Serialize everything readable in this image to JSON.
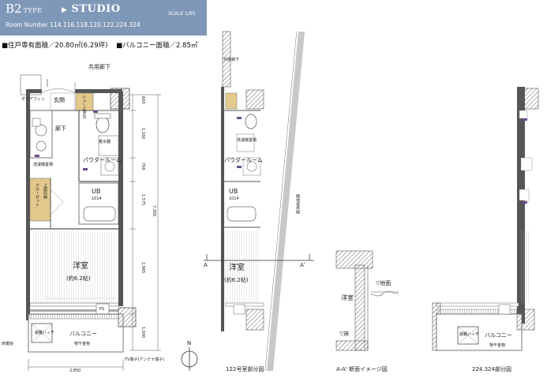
{
  "header": {
    "type_code": "B2",
    "type_word": "TYPE",
    "plan_name": "STUDIO",
    "scale": "SCALE 1/95",
    "room_numbers": "Room Number 114.116.118.120.122.224.324"
  },
  "areas": {
    "exclusive": "■住戸専有面積／20.80㎡(6.29坪)",
    "balcony": "■バルコニー面積／2.85㎡"
  },
  "main_plan": {
    "corridor": "共用廊下",
    "entrance": "玄関",
    "shoe_box": "シューズBOX",
    "hallway": "廊下",
    "vent": "ダイアフィン",
    "meter": "量水器",
    "powder_room": "パウダールーム",
    "wash_machine": "洗濯機置場",
    "closet": "クローゼット",
    "storage": "上部収納",
    "ub": "UB",
    "ub_size": "1014",
    "western_room": "洋室",
    "room_size": "(約6.2帖)",
    "balcony": "バルコニー",
    "balcony_note": "物干金物",
    "hatch": "避難ハッチ",
    "ps": "PS",
    "left_note": "床暖房",
    "right_note": "TV端子(アンテナ端子)",
    "dimensions_v": [
      "600",
      "1,160",
      "700",
      "1,575",
      "2,965",
      "1,000"
    ],
    "dimension_total": "7,300",
    "dimension_width": "2,850",
    "north": "N"
  },
  "plan_122": {
    "corridor": "共用廊下",
    "powder_room": "パウダールーム",
    "wash_machine": "洗濯機置場",
    "ub": "UB",
    "ub_size": "1014",
    "western_room": "洋室",
    "room_size": "(約6.2帖)",
    "boundary": "隣地境界線",
    "section_a": "A",
    "section_a2": "A'",
    "caption": "122号室部分図"
  },
  "section": {
    "room": "洋室",
    "ground": "▽地面",
    "floor": "▽床",
    "caption": "A-A' 断面イメージ図"
  },
  "plan_224": {
    "hatch": "避難ハッチ",
    "balcony": "バルコニー",
    "balcony_note": "物干金物",
    "caption": "224.324部分図"
  }
}
